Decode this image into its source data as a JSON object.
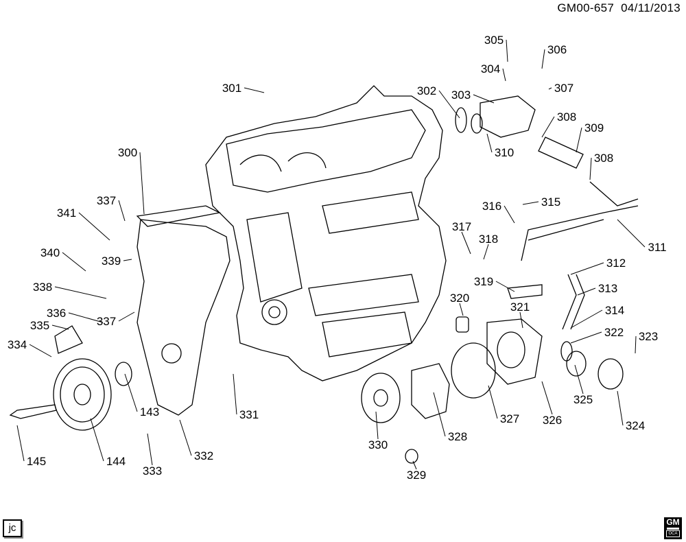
{
  "header": {
    "code": "GM00-657",
    "date": "04/11/2013"
  },
  "footer": {
    "initials": "jc",
    "logo_text": "GM",
    "logo_sub": "OCA"
  },
  "callouts": [
    "305",
    "306",
    "304",
    "307",
    "301",
    "302",
    "303",
    "308",
    "309",
    "310",
    "308",
    "300",
    "337",
    "341",
    "315",
    "316",
    "317",
    "318",
    "311",
    "340",
    "339",
    "312",
    "319",
    "338",
    "313",
    "320",
    "321",
    "336",
    "314",
    "337",
    "335",
    "322",
    "323",
    "334",
    "143",
    "331",
    "326",
    "325",
    "327",
    "324",
    "328",
    "330",
    "332",
    "144",
    "145",
    "333",
    "329"
  ]
}
